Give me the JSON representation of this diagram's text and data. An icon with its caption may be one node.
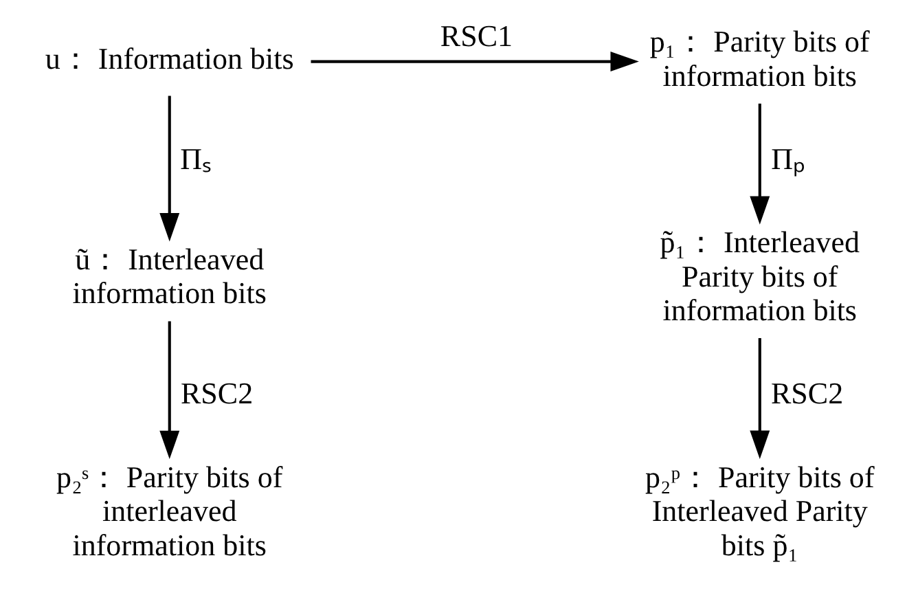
{
  "diagram": {
    "nodes": [
      {
        "text": [
          "u： Information bits"
        ]
      },
      {
        "text": [
          "p₁： Parity bits of information bits"
        ]
      },
      {
        "text": [
          "ũ： Interleaved information bits"
        ]
      },
      {
        "text": [
          "p̃₁： Interleaved Parity bits of information bits"
        ]
      },
      {
        "text": [
          "p₂ˢ： Parity bits of interleaved information bits"
        ]
      },
      {
        "text": [
          "p₂ᵖ： Parity bits of Interleaved Parity bits p̃₁"
        ]
      }
    ],
    "edges": [
      {
        "from": 0,
        "to": 1,
        "arrow": "to",
        "label": "RSC1"
      },
      {
        "from": 0,
        "to": 2,
        "arrow": "to",
        "label": "Πₛ"
      },
      {
        "from": 1,
        "to": 3,
        "arrow": "to",
        "label": "Πₚ"
      },
      {
        "from": 2,
        "to": 4,
        "arrow": "to",
        "label": "RSC2"
      },
      {
        "from": 3,
        "to": 5,
        "arrow": "to",
        "label": "RSC2"
      }
    ]
  }
}
